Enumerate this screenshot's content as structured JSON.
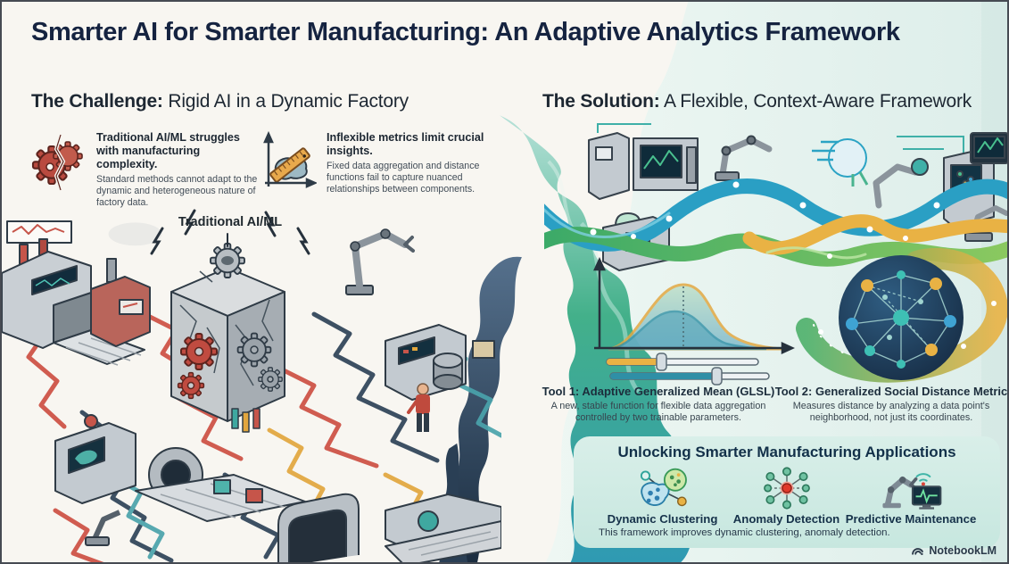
{
  "title": "Smarter AI for Smarter Manufacturing: An Adaptive Analytics Framework",
  "challenge": {
    "heading_strong": "The Challenge:",
    "heading_rest": " Rigid AI in a Dynamic Factory",
    "points": [
      {
        "icon": "broken-gear-icon",
        "title": "Traditional AI/ML struggles with manufacturing complexity.",
        "body": "Standard methods cannot adapt to the dynamic and heterogeneous nature of factory data."
      },
      {
        "icon": "ruler-chart-icon",
        "title": "Inflexible metrics limit crucial insights.",
        "body": "Fixed data aggregation and distance functions fail to capture nuanced relationships between components."
      }
    ],
    "illustration_label": "Traditional AI/ML"
  },
  "solution": {
    "heading_strong": "The Solution:",
    "heading_rest": " A Flexible, Context-Aware Framework",
    "tools": [
      {
        "title": "Tool 1: Adaptive Generalized Mean (GLSL)",
        "body": "A new, stable function for flexible data aggregation controlled by two trainable parameters."
      },
      {
        "title": "Tool 2: Generalized Social Distance Metric",
        "body": "Measures distance by analyzing a data point's neighborhood, not just its coordinates."
      }
    ],
    "applications": {
      "title": "Unlocking Smarter Manufacturing Applications",
      "items": [
        {
          "icon": "clustering-icon",
          "label": "Dynamic Clustering"
        },
        {
          "icon": "anomaly-icon",
          "label": "Anomaly Detection"
        },
        {
          "icon": "robot-monitor-icon",
          "label": "Predictive Maintenance"
        }
      ],
      "caption": "This framework improves dynamic clustering, anomaly detection."
    }
  },
  "watermark": {
    "icon": "notebooklm-logo-icon",
    "text": "NotebookLM"
  },
  "colors": {
    "panel_bg": "#f8f6f1",
    "mint_bg": "#e7f3ef",
    "title_navy": "#152340",
    "ribbon_teal": "#2a9fc4",
    "ribbon_green": "#46ad63",
    "ribbon_yellow": "#e9b244",
    "accent_red": "#c6554a",
    "network_bg": "#1d3a5c",
    "apps_box_bg": "#cde9e2"
  }
}
